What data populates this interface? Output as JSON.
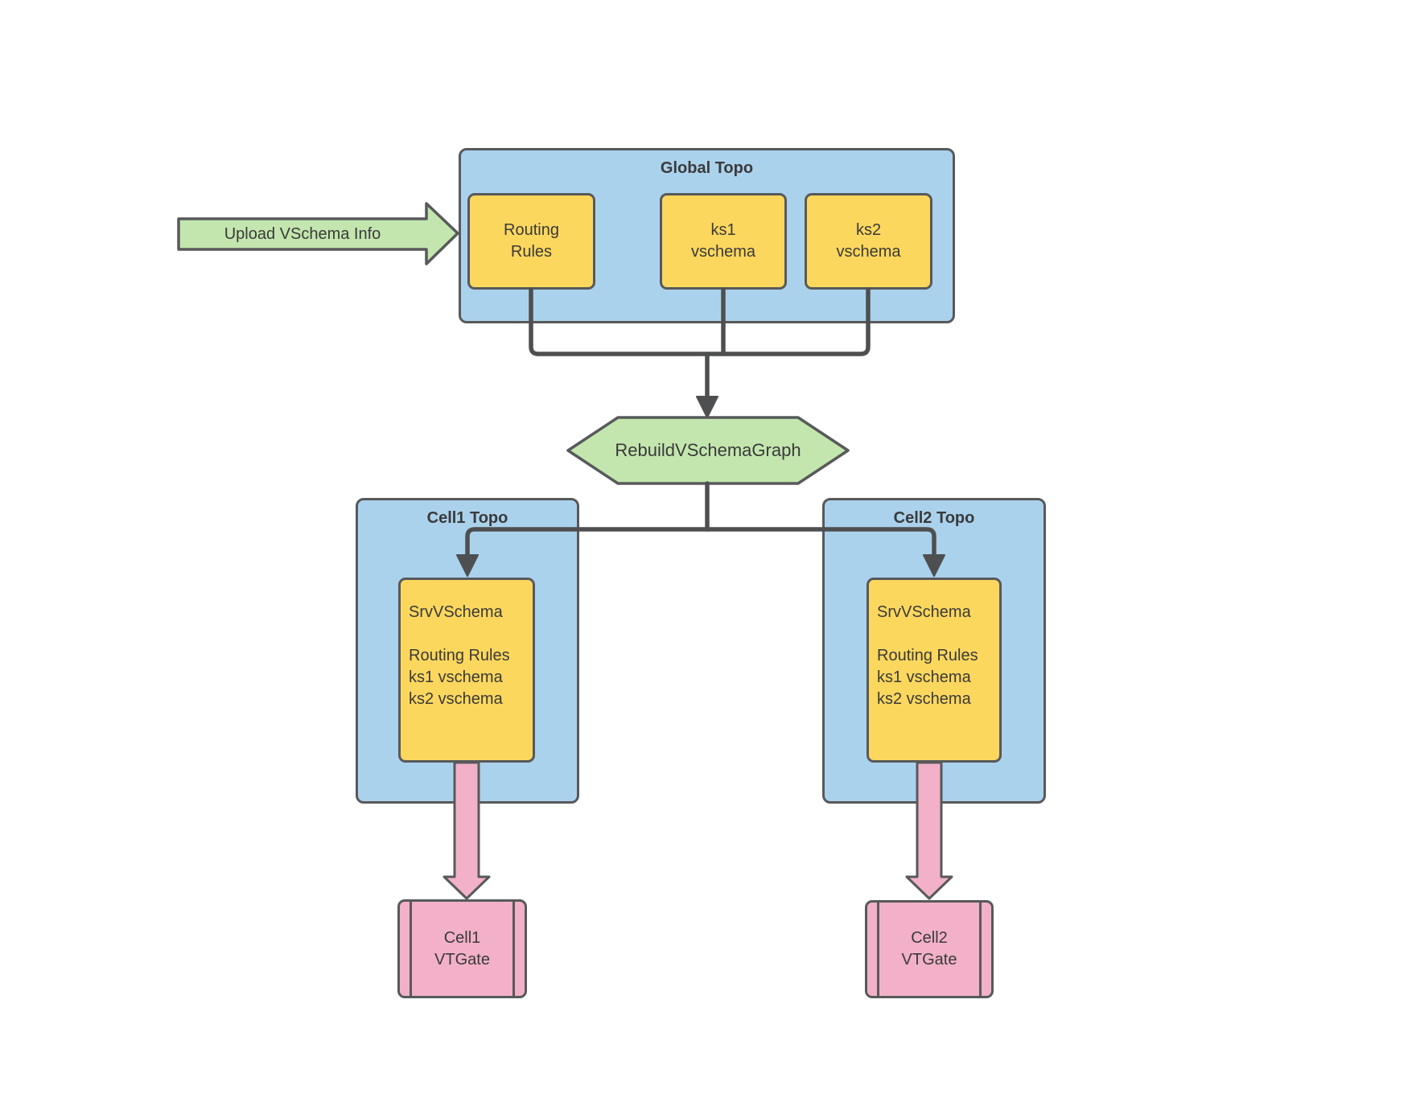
{
  "diagram": {
    "upload_arrow": {
      "label": "Upload VSchema Info"
    },
    "global_topo": {
      "title": "Global Topo",
      "routing_rules": [
        "Routing",
        "Rules"
      ],
      "ks1": [
        "ks1",
        "vschema"
      ],
      "ks2": [
        "ks2",
        "vschema"
      ]
    },
    "rebuild": {
      "label": "RebuildVSchemaGraph"
    },
    "cell1": {
      "title": "Cell1 Topo",
      "srv_box": [
        "SrvVSchema",
        "",
        "Routing Rules",
        "ks1 vschema",
        "ks2 vschema"
      ],
      "vtgate": [
        "Cell1",
        "VTGate"
      ]
    },
    "cell2": {
      "title": "Cell2 Topo",
      "srv_box": [
        "SrvVSchema",
        "",
        "Routing Rules",
        "ks1 vschema",
        "ks2 vschema"
      ],
      "vtgate": [
        "Cell2",
        "VTGate"
      ]
    },
    "colors": {
      "container_blue": "#abd2ec",
      "box_yellow": "#fcd75e",
      "shape_green": "#c3e6ae",
      "shape_pink": "#f2b1c8",
      "border_gray": "#58595b",
      "connector_gray": "#4e4f51",
      "text": "#3a3a3a"
    }
  }
}
